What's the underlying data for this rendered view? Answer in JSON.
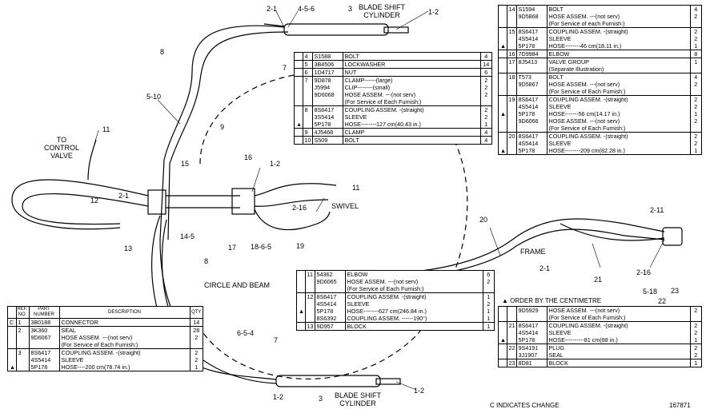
{
  "labels": {
    "top_cylinder": "BLADE SHIFT\nCYLINDER",
    "bottom_cylinder": "BLADE SHIFT\nCYLINDER",
    "control_valve": "TO\nCONTROL\nVALVE",
    "swivel": "SWIVEL",
    "circle_beam": "CIRCLE AND BEAM",
    "frame": "FRAME"
  },
  "callouts": [
    "2-1",
    "4-5-6",
    "3",
    "1-2",
    "8",
    "5-10",
    "9",
    "7",
    "11",
    "16",
    "1-2",
    "15",
    "2-1",
    "11",
    "12",
    "2-16",
    "13",
    "14-5",
    "17",
    "18-6-5",
    "19",
    "8",
    "20",
    "2-11",
    "2-1",
    "21",
    "2-16",
    "5-18",
    "22",
    "23",
    "6-5-4",
    "7",
    "1-2",
    "3",
    "1-2"
  ],
  "table_left": {
    "headers": [
      "REF. NO.",
      "PART NUMBER",
      "DESCRIPTION",
      "QTY"
    ],
    "rows": [
      {
        "mark": "C",
        "ref": "1",
        "part": "3B0188",
        "desc": "CONNECTOR",
        "qty": "14"
      },
      {
        "mark": "",
        "ref": "2",
        "part": "3K360",
        "desc": "SEAL",
        "qty": "28"
      },
      {
        "mark": "",
        "ref": "",
        "part": "9D6067",
        "desc": "HOSE ASSEM. ---(not serv)",
        "qty": "2"
      },
      {
        "mark": "",
        "ref": "",
        "part": "",
        "desc": "(For Service of Each Furnish:)",
        "qty": ""
      },
      {
        "mark": "",
        "ref": "3",
        "part": "8S6417",
        "desc": "COUPLING ASSEM. -(straight)",
        "qty": "2"
      },
      {
        "mark": "",
        "ref": "",
        "part": "4S5414",
        "desc": "SLEEVE",
        "qty": "2"
      },
      {
        "mark": "▲",
        "ref": "",
        "part": "5P178",
        "desc": "HOSE----200 cm(78.74 in.)",
        "qty": "1"
      }
    ]
  },
  "table_mid_top": {
    "rows": [
      {
        "mark": "",
        "ref": "4",
        "part": "S1588",
        "desc": "BOLT",
        "qty": "4"
      },
      {
        "mark": "",
        "ref": "5",
        "part": "3B4506",
        "desc": "LOCKWASHER",
        "qty": "14"
      },
      {
        "mark": "",
        "ref": "6",
        "part": "1D4717",
        "desc": "NUT",
        "qty": "6"
      },
      {
        "mark": "",
        "ref": "7",
        "part": "9D878",
        "desc": "CLAMP------(large)",
        "qty": "2"
      },
      {
        "mark": "",
        "ref": "",
        "part": "J5994",
        "desc": "CLIP--------(small)",
        "qty": "2"
      },
      {
        "mark": "",
        "ref": "",
        "part": "9D6068",
        "desc": "HOSE ASSEM. ---(not serv)",
        "qty": "2"
      },
      {
        "mark": "",
        "ref": "",
        "part": "",
        "desc": "(For Service of Each Furnish:)",
        "qty": ""
      },
      {
        "mark": "",
        "ref": "8",
        "part": "8S6417",
        "desc": "COUPLING ASSEM. -(straight)",
        "qty": "2"
      },
      {
        "mark": "",
        "ref": "",
        "part": "3S5414",
        "desc": "SLEEVE",
        "qty": "2"
      },
      {
        "mark": "▲",
        "ref": "",
        "part": "5P178",
        "desc": "HOSE--------127 cm(40.43 in.)",
        "qty": "1"
      },
      {
        "mark": "",
        "ref": "9",
        "part": "4J5468",
        "desc": "CLAMP",
        "qty": "4"
      },
      {
        "mark": "",
        "ref": "10",
        "part": "S509",
        "desc": "BOLT",
        "qty": "4"
      }
    ]
  },
  "table_mid_bottom": {
    "rows": [
      {
        "mark": "",
        "ref": "11",
        "part": "54362",
        "desc": "ELBOW",
        "qty": "6"
      },
      {
        "mark": "",
        "ref": "",
        "part": "9D6065",
        "desc": "HOSE ASSEM. ---(not serv)",
        "qty": "2"
      },
      {
        "mark": "",
        "ref": "",
        "part": "",
        "desc": "(For Service of Each Furnish:)",
        "qty": ""
      },
      {
        "mark": "",
        "ref": "12",
        "part": "8S6417",
        "desc": "COUPLING ASSEM. -(straight)",
        "qty": "1"
      },
      {
        "mark": "",
        "ref": "",
        "part": "4S5414",
        "desc": "SLEEVE",
        "qty": "2"
      },
      {
        "mark": "▲",
        "ref": "",
        "part": "5P178",
        "desc": "HOSE--------627 cm(246.84 in.)",
        "qty": "1"
      },
      {
        "mark": "",
        "ref": "",
        "part": "8S6392",
        "desc": "COUPLING ASSEM. ------190°)",
        "qty": "1"
      },
      {
        "mark": "",
        "ref": "13",
        "part": "9D957",
        "desc": "BLOCK",
        "qty": "1"
      }
    ]
  },
  "table_right_top": {
    "rows": [
      {
        "mark": "",
        "ref": "14",
        "part": "S1594",
        "desc": "BOLT",
        "qty": "4"
      },
      {
        "mark": "",
        "ref": "",
        "part": "9D5868",
        "desc": "HOSE ASSEM. ---(not serv)",
        "qty": "2"
      },
      {
        "mark": "",
        "ref": "",
        "part": "",
        "desc": "(For Service of each Furnish:)",
        "qty": ""
      },
      {
        "mark": "",
        "ref": "15",
        "part": "8S6417",
        "desc": "COUPLING ASSEM. -(straight)",
        "qty": "2"
      },
      {
        "mark": "",
        "ref": "",
        "part": "4S5414",
        "desc": "SLEEVE",
        "qty": "2"
      },
      {
        "mark": "▲",
        "ref": "",
        "part": "5P178",
        "desc": "HOSE--------46 cm(18.11 in.)",
        "qty": "1"
      },
      {
        "mark": "",
        "ref": "16",
        "part": "7D9984",
        "desc": "ELBOW",
        "qty": "8"
      },
      {
        "mark": "",
        "ref": "17",
        "part": "8J5413",
        "desc": "VALVE GROUP",
        "qty": "1"
      },
      {
        "mark": "",
        "ref": "",
        "part": "",
        "desc": "(Separate Illustration)",
        "qty": ""
      },
      {
        "mark": "",
        "ref": "18",
        "part": "T573",
        "desc": "BOLT",
        "qty": "4"
      },
      {
        "mark": "",
        "ref": "",
        "part": "9D5867",
        "desc": "HOSE ASSEM. ---(not serv)",
        "qty": "2"
      },
      {
        "mark": "",
        "ref": "",
        "part": "",
        "desc": "(For Service of Each Furnish:)",
        "qty": ""
      },
      {
        "mark": "",
        "ref": "19",
        "part": "8S6417",
        "desc": "COUPLING ASSEM. -(straight)",
        "qty": "2"
      },
      {
        "mark": "",
        "ref": "",
        "part": "4S5414",
        "desc": "SLEEVE",
        "qty": "2"
      },
      {
        "mark": "▲",
        "ref": "",
        "part": "5P178",
        "desc": "HOSE-------56 cm(14.17 in.)",
        "qty": "1"
      },
      {
        "mark": "",
        "ref": "",
        "part": "9D6066",
        "desc": "HOSE ASSEM. ---(not serv)",
        "qty": "2"
      },
      {
        "mark": "",
        "ref": "",
        "part": "",
        "desc": "(For Service of Each Furnish:)",
        "qty": ""
      },
      {
        "mark": "",
        "ref": "20",
        "part": "8S6417",
        "desc": "COUPLING ASSEM. -(straight)",
        "qty": "2"
      },
      {
        "mark": "",
        "ref": "",
        "part": "4S5414",
        "desc": "SLEEVE",
        "qty": "2"
      },
      {
        "mark": "▲",
        "ref": "",
        "part": "5P178",
        "desc": "HOSE--------209 cm(82.28 in.)",
        "qty": "1"
      }
    ]
  },
  "table_right_bottom": {
    "rows": [
      {
        "mark": "",
        "ref": "",
        "part": "9D5929",
        "desc": "HOSE ASSEM. ---(not serv)",
        "qty": "2"
      },
      {
        "mark": "",
        "ref": "",
        "part": "",
        "desc": "(For Service of Each Furnish:)",
        "qty": ""
      },
      {
        "mark": "",
        "ref": "21",
        "part": "8S6417",
        "desc": "COUPLING ASSEM. -(straight)",
        "qty": "2"
      },
      {
        "mark": "",
        "ref": "",
        "part": "4S5414",
        "desc": "SLEEVE",
        "qty": "2"
      },
      {
        "mark": "▲",
        "ref": "",
        "part": "5P178",
        "desc": "HOSE----------81 cm(88 in.)",
        "qty": "1"
      },
      {
        "mark": "",
        "ref": "22",
        "part": "9S4191",
        "desc": "PLUG",
        "qty": "2"
      },
      {
        "mark": "",
        "ref": "",
        "part": "3J1907",
        "desc": "SEAL",
        "qty": "2"
      },
      {
        "mark": "",
        "ref": "23",
        "part": "8D81",
        "desc": "BLOCK",
        "qty": "1"
      }
    ]
  },
  "notes": {
    "centimetre": "▲ ORDER BY THE CENTIMETRE",
    "change": "C INDICATES CHANGE",
    "fig_number": "167871"
  }
}
